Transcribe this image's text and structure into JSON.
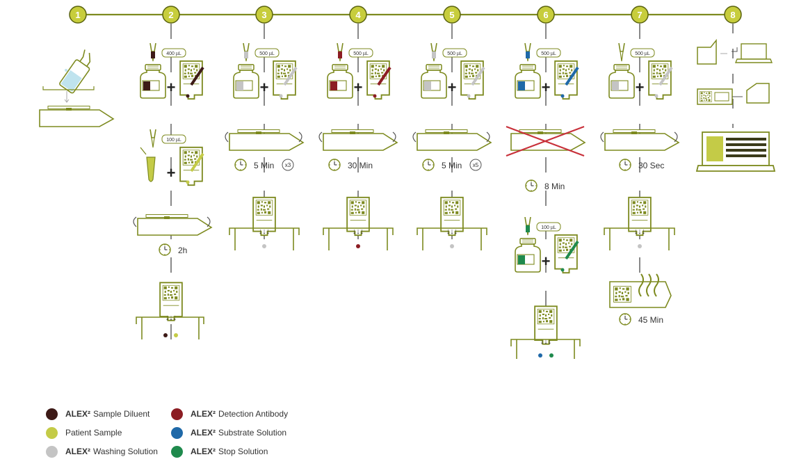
{
  "steps": [
    "1",
    "2",
    "3",
    "4",
    "5",
    "6",
    "7",
    "8"
  ],
  "volumes": {
    "s2a": "400 µL",
    "s2b": "100 µL",
    "s3": "500 µL",
    "s4": "500 µL",
    "s5": "500 µL",
    "s6a": "500 µL",
    "s6b": "100 µL",
    "s7": "500 µL"
  },
  "times": {
    "s2": "2h",
    "s3": "5 Min",
    "s4": "30 Min",
    "s5": "5 Min",
    "s6": "8 Min",
    "s7": "30 Sec",
    "s7b": "45 Min"
  },
  "repeats": {
    "s3": "x3",
    "s5": "x5"
  },
  "colors": {
    "olive": "#7d8a1f",
    "diluent": "#3d1a17",
    "patient": "#c4cb47",
    "washing": "#c4c4c4",
    "detection": "#8c1d23",
    "substrate": "#1f69a8",
    "stop": "#1f8a4d",
    "cross": "#c8303a"
  },
  "legend": [
    {
      "brand": "ALEX²",
      "text": "Sample Diluent",
      "color": "#3d1a17"
    },
    {
      "brand": "",
      "text": "Patient Sample",
      "color": "#c4cb47"
    },
    {
      "brand": "ALEX²",
      "text": "Washing Solution",
      "color": "#c4c4c4"
    },
    {
      "brand": "ALEX²",
      "text": "Detection Antibody",
      "color": "#8c1d23"
    },
    {
      "brand": "ALEX²",
      "text": "Substrate Solution",
      "color": "#1f69a8"
    },
    {
      "brand": "ALEX²",
      "text": "Stop Solution",
      "color": "#1f8a4d"
    }
  ],
  "icons": [
    "clock-icon",
    "pipette-icon",
    "bottle-icon",
    "cartridge-icon",
    "shaker-icon",
    "scanner-icon",
    "laptop-icon",
    "heat-icon",
    "cross-icon"
  ]
}
